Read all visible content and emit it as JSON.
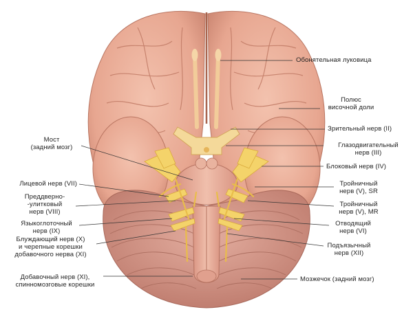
{
  "labels": {
    "olfactory_bulb": "Обонятельная луковица",
    "temporal_pole_1": "Полюс",
    "temporal_pole_2": "височной доли",
    "optic_nerve": "Зрительный нерв (II)",
    "oculomotor_1": "Глазодвигательный",
    "oculomotor_2": "нерв (III)",
    "trochlear": "Блоковый нерв (IV)",
    "trigeminal_sr_1": "Тройничный",
    "trigeminal_sr_2": "нерв (V), SR",
    "trigeminal_mr_1": "Тройничный",
    "trigeminal_mr_2": "нерв (V), MR",
    "abducens_1": "Отводящий",
    "abducens_2": "нерв (VI)",
    "hypoglossal_1": "Подъязычный",
    "hypoglossal_2": "нерв (XII)",
    "cerebellum": "Мозжечок (задний мозг)",
    "pons_1": "Мост",
    "pons_2": "(задний мозг)",
    "facial": "Лицевой нерв (VII)",
    "vestibulo_1": "Преддверно-",
    "vestibulo_2": "-улитковый",
    "vestibulo_3": "нерв (VIII)",
    "glosso_1": "Языкоглоточный",
    "glosso_2": "нерв (IX)",
    "vagus_1": "Блуждающий нерв (X)",
    "vagus_2": "и черепные корешки",
    "vagus_3": "добавочного нерва (XI)",
    "accessory_1": "Добавочный нерв (XI),",
    "accessory_2": "спинномозговые корешки"
  },
  "colors": {
    "brain": "#e9a994",
    "brain_dark": "#c97d68",
    "cerebellum": "#d99a8c",
    "nerve": "#f4d36a",
    "nerve_dark": "#d9a93a",
    "line": "#333333"
  }
}
